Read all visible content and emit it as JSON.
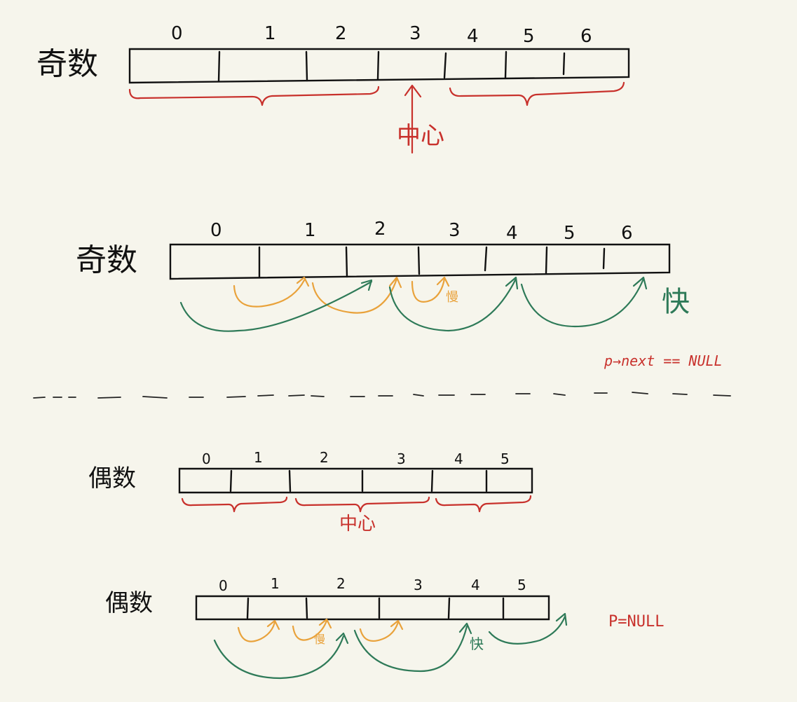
{
  "odd_1": {
    "label": "奇数",
    "indices": [
      "0",
      "1",
      "2",
      "3",
      "4",
      "5",
      "6"
    ],
    "center_label": "中心"
  },
  "odd_2": {
    "label": "奇数",
    "indices": [
      "0",
      "1",
      "2",
      "3",
      "4",
      "5",
      "6"
    ],
    "slow_label": "慢",
    "fast_label": "快",
    "condition": "p→next == NULL"
  },
  "even_1": {
    "label": "偶数",
    "indices": [
      "0",
      "1",
      "2",
      "3",
      "4",
      "5"
    ],
    "center_label": "中心"
  },
  "even_2": {
    "label": "偶数",
    "indices": [
      "0",
      "1",
      "2",
      "3",
      "4",
      "5"
    ],
    "slow_label": "慢",
    "fast_label": "快",
    "condition": "P=NULL"
  },
  "colors": {
    "background": "#f6f5ec",
    "ink": "#111111",
    "center_red": "#c8312c",
    "slow_orange": "#e9a23b",
    "fast_green": "#2e7a58"
  }
}
